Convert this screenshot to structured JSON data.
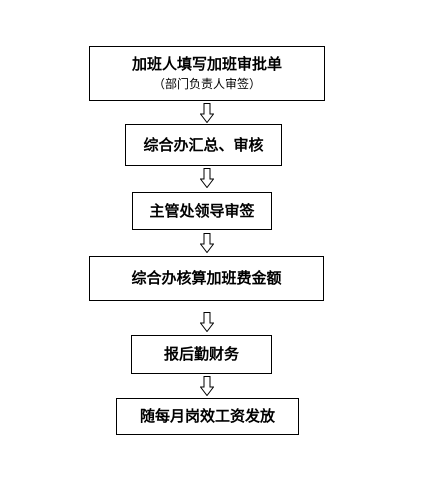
{
  "flow": {
    "steps": [
      {
        "label": "加班人填写加班审批单",
        "note": "（部门负责人审签）"
      },
      {
        "label": "综合办汇总、审核"
      },
      {
        "label": "主管处领导审签"
      },
      {
        "label": "综合办核算加班费金额"
      },
      {
        "label": "报后勤财务"
      },
      {
        "label": "随每月岗效工资发放"
      }
    ]
  }
}
